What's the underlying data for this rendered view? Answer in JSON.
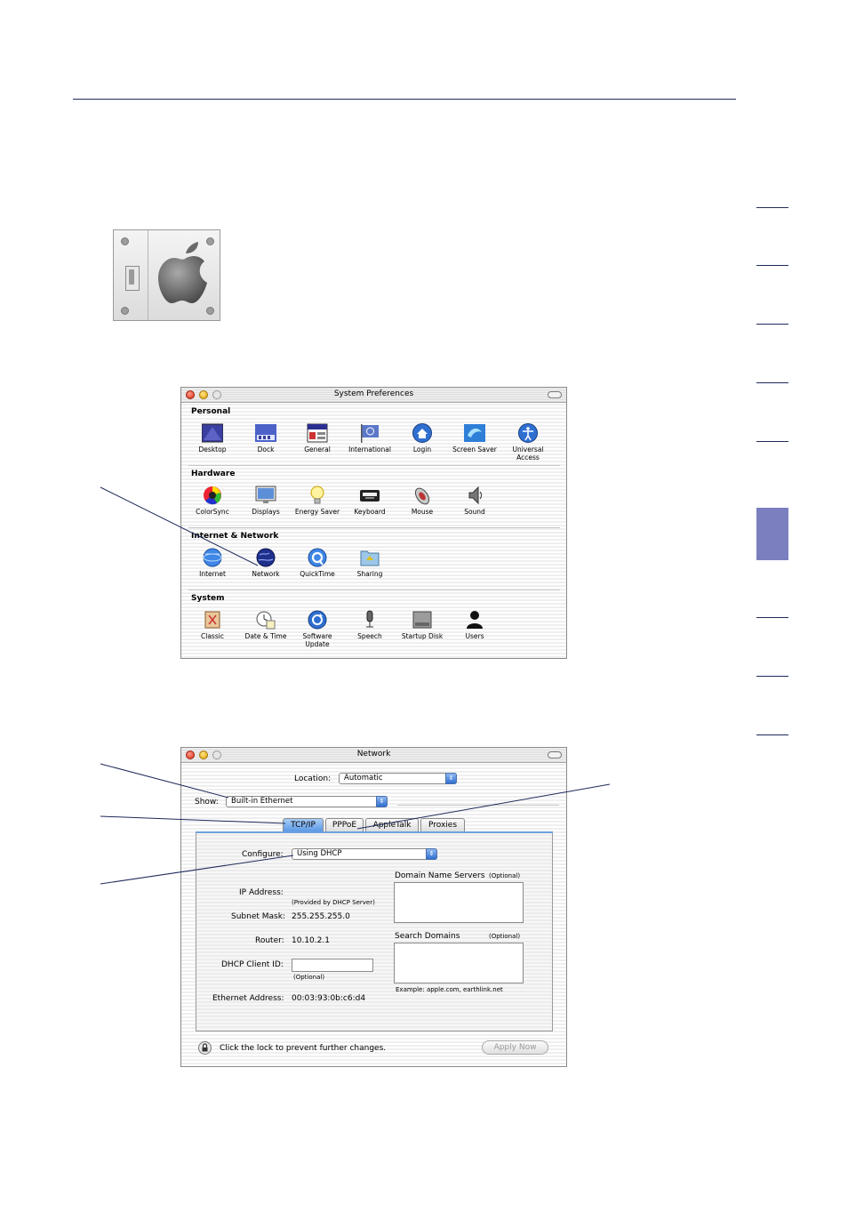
{
  "system_preferences": {
    "window_title": "System Preferences",
    "sections": [
      {
        "name": "Personal",
        "items": [
          "Desktop",
          "Dock",
          "General",
          "International",
          "Login",
          "Screen Saver",
          "Universal Access"
        ]
      },
      {
        "name": "Hardware",
        "items": [
          "ColorSync",
          "Displays",
          "Energy Saver",
          "Keyboard",
          "Mouse",
          "Sound"
        ]
      },
      {
        "name": "Internet & Network",
        "items": [
          "Internet",
          "Network",
          "QuickTime",
          "Sharing"
        ]
      },
      {
        "name": "System",
        "items": [
          "Classic",
          "Date & Time",
          "Software Update",
          "Speech",
          "Startup Disk",
          "Users"
        ]
      }
    ]
  },
  "network": {
    "window_title": "Network",
    "location_label": "Location:",
    "location_value": "Automatic",
    "show_label": "Show:",
    "show_value": "Built-in Ethernet",
    "tabs": [
      "TCP/IP",
      "PPPoE",
      "AppleTalk",
      "Proxies"
    ],
    "active_tab": "TCP/IP",
    "configure_label": "Configure:",
    "configure_value": "Using DHCP",
    "ip_label": "IP Address:",
    "ip_note": "(Provided by DHCP Server)",
    "subnet_label": "Subnet Mask:",
    "subnet_value": "255.255.255.0",
    "router_label": "Router:",
    "router_value": "10.10.2.1",
    "dhcp_client_label": "DHCP Client ID:",
    "dhcp_client_value": "",
    "dhcp_client_note": "(Optional)",
    "ethernet_label": "Ethernet Address:",
    "ethernet_value": "00:03:93:0b:c6:d4",
    "dns_label": "Domain Name Servers",
    "dns_optional": "(Optional)",
    "search_label": "Search Domains",
    "search_optional": "(Optional)",
    "search_example": "Example: apple.com, earthlink.net",
    "lock_text": "Click the lock to prevent further changes.",
    "apply_label": "Apply Now"
  }
}
